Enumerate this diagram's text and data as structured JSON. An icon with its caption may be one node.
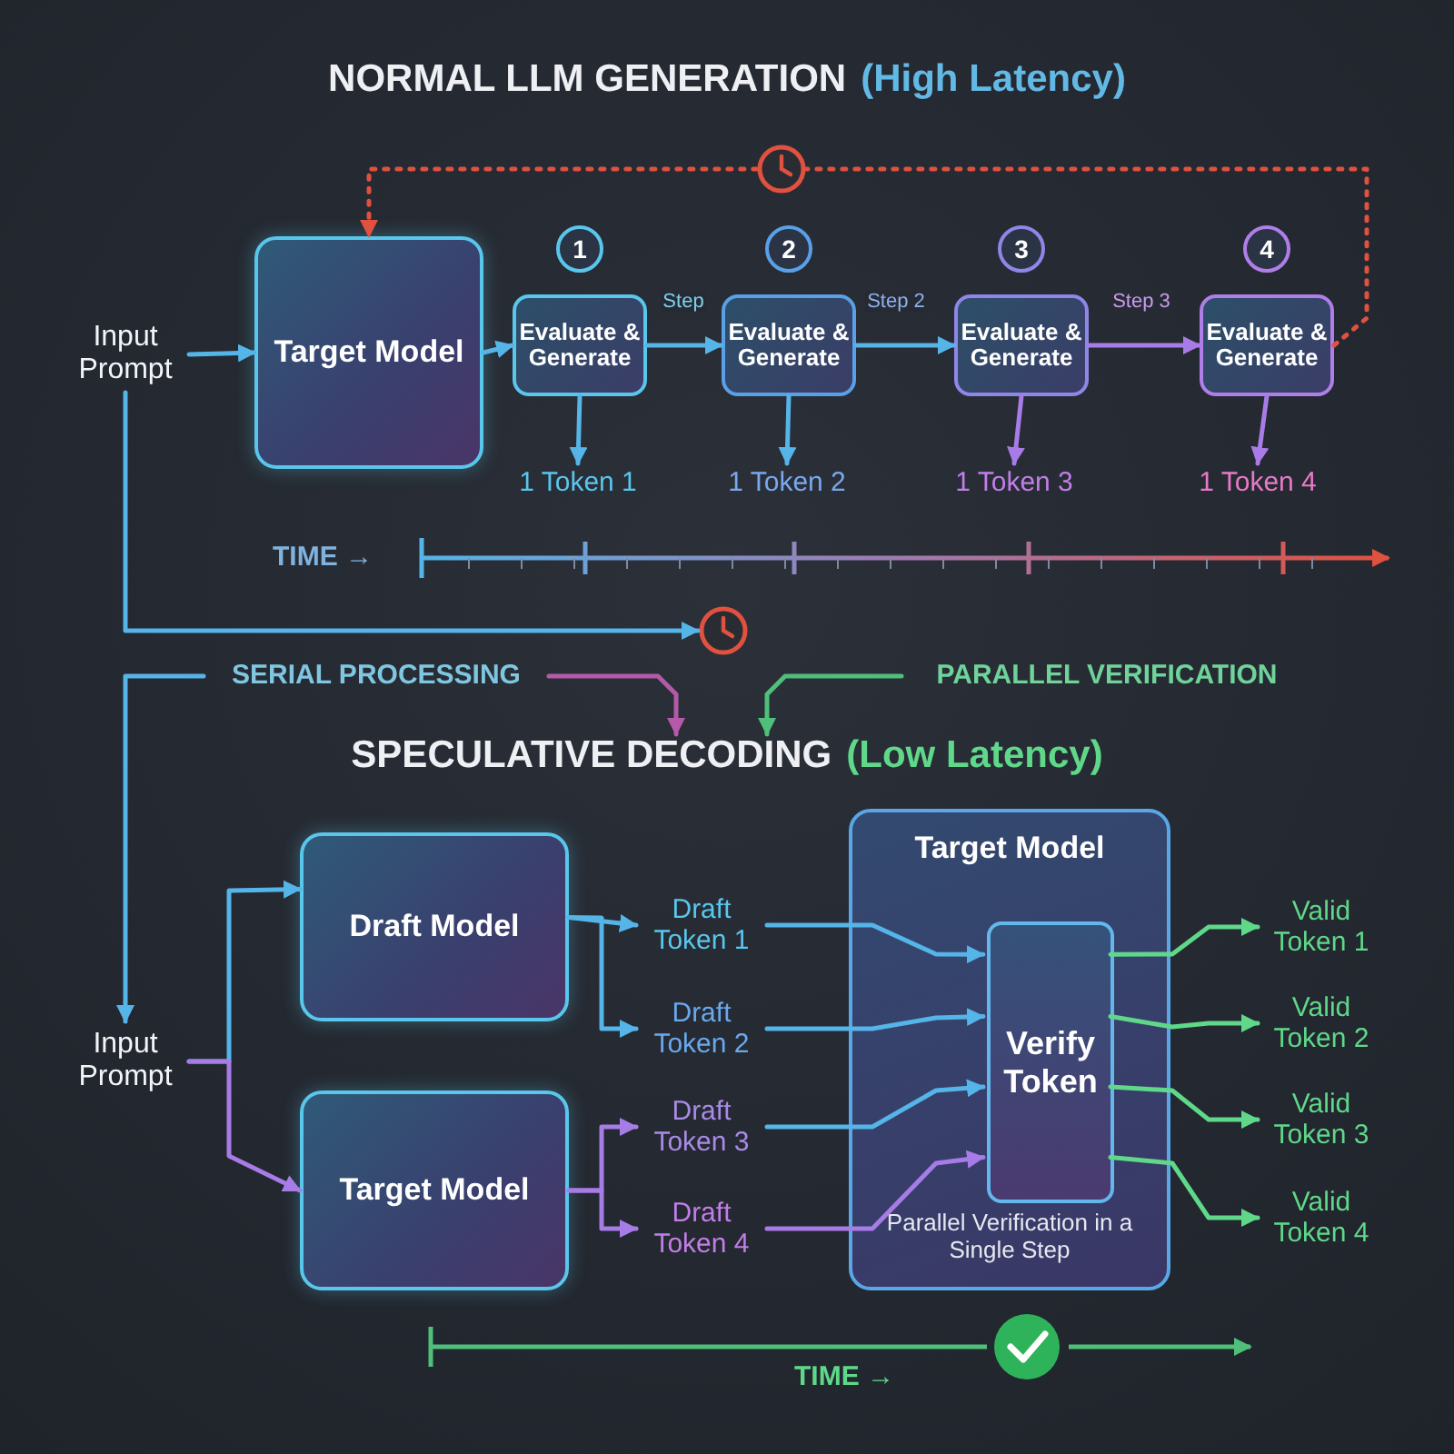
{
  "diagram": {
    "nodes": [
      {
        "text": [
          "Input Prompt"
        ]
      },
      {
        "text": [
          "Target Model"
        ]
      },
      {
        "text": [
          "Evaluate & Generate"
        ],
        "beside": [
          "1"
        ]
      },
      {
        "text": [
          "Evaluate & Generate"
        ],
        "beside": [
          "2"
        ]
      },
      {
        "text": [
          "Evaluate & Generate"
        ],
        "beside": [
          "3"
        ]
      },
      {
        "text": [
          "Evaluate & Generate"
        ],
        "beside": [
          "4"
        ]
      },
      {
        "text": [
          "1 Token 1"
        ]
      },
      {
        "text": [
          "1 Token 2"
        ]
      },
      {
        "text": [
          "1 Token 3"
        ]
      },
      {
        "text": [
          "1 Token 4"
        ]
      },
      {
        "text": [
          "Input Prompt"
        ]
      },
      {
        "text": [
          "Draft Model"
        ]
      },
      {
        "text": [
          "Target Model"
        ]
      },
      {
        "text": [
          "Draft Token 1"
        ]
      },
      {
        "text": [
          "Draft Token 2"
        ]
      },
      {
        "text": [
          "Draft Token 3"
        ]
      },
      {
        "text": [
          "Draft Token 4"
        ]
      },
      {
        "text": [
          "Target Model",
          "Parallel Verification in a Single Step"
        ]
      },
      {
        "text": [
          "Verify Token"
        ],
        "in": 17
      },
      {
        "text": [
          "Valid Token 1"
        ]
      },
      {
        "text": [
          "Valid Token 2"
        ]
      },
      {
        "text": [
          "Valid Token 3"
        ]
      },
      {
        "text": [
          "Valid Token 4"
        ]
      },
      {
        "text": [],
        "shape": "clock"
      },
      {
        "text": [
          "SERIAL PROCESSING"
        ]
      },
      {
        "text": [
          "PARALLEL VERIFICATION"
        ]
      },
      {
        "text": [
          "SPECULATIVE DECODING",
          "(Low Latency)"
        ]
      }
    ],
    "edges": [
      {
        "from": 0,
        "to": 1,
        "arrow": "to"
      },
      {
        "from": 1,
        "to": 2,
        "arrow": "to"
      },
      {
        "from": 2,
        "to": 3,
        "arrow": "to",
        "label": "Step"
      },
      {
        "from": 3,
        "to": 4,
        "arrow": "to",
        "label": "Step 2"
      },
      {
        "from": 4,
        "to": 5,
        "arrow": "to",
        "label": "Step 3",
        "color": "#a77ce6"
      },
      {
        "from": 2,
        "to": 6,
        "arrow": "to"
      },
      {
        "from": 3,
        "to": 7,
        "arrow": "to"
      },
      {
        "from": 4,
        "to": 8,
        "arrow": "to",
        "color": "#a77ce6"
      },
      {
        "from": 5,
        "to": 9,
        "arrow": "to",
        "color": "#a77ce6"
      },
      {
        "from": 5,
        "to": 1,
        "arrow": "to",
        "style": "dashed",
        "color": "#e0513f"
      },
      {
        "from": 0,
        "to": 23,
        "arrow": "to"
      },
      {
        "from": 24,
        "to": 10,
        "arrow": "to"
      },
      {
        "from": 24,
        "to": 26,
        "arrow": "to",
        "color": "#b45aa8"
      },
      {
        "from": 25,
        "to": 26,
        "arrow": "to",
        "color": "#4fbf7a"
      },
      {
        "from": 10,
        "to": 11,
        "arrow": "to"
      },
      {
        "from": 10,
        "to": 12,
        "arrow": "to",
        "color": "#a77ce6"
      },
      {
        "from": 11,
        "to": 13,
        "arrow": "to"
      },
      {
        "from": 11,
        "to": 14,
        "arrow": "to"
      },
      {
        "from": 12,
        "to": 15,
        "arrow": "to",
        "color": "#a77ce6"
      },
      {
        "from": 12,
        "to": 16,
        "arrow": "to",
        "color": "#a77ce6"
      },
      {
        "from": 13,
        "to": 18,
        "arrow": "to"
      },
      {
        "from": 14,
        "to": 18,
        "arrow": "to"
      },
      {
        "from": 15,
        "to": 18,
        "arrow": "to"
      },
      {
        "from": 16,
        "to": 18,
        "arrow": "to",
        "color": "#a77ce6"
      },
      {
        "from": 18,
        "to": 19,
        "arrow": "to",
        "color": "#5fd88a"
      },
      {
        "from": 18,
        "to": 20,
        "arrow": "to",
        "color": "#5fd88a"
      },
      {
        "from": 18,
        "to": 21,
        "arrow": "to",
        "color": "#5fd88a"
      },
      {
        "from": 18,
        "to": 22,
        "arrow": "to",
        "color": "#5fd88a"
      }
    ],
    "labels": [
      "NORMAL LLM GENERATION",
      "(High Latency)",
      "TIME →",
      "TIME →"
    ]
  }
}
